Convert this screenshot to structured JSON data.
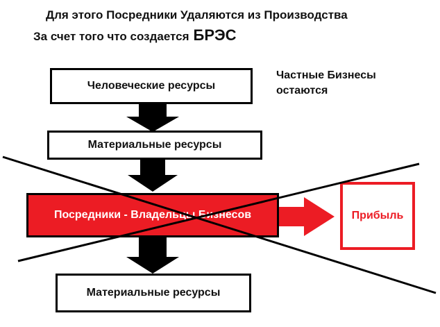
{
  "header": {
    "line1": "Для этого  Посредники Удаляются из Производства",
    "line2": "За счет того что создается",
    "brand": "БРЭС"
  },
  "side_note": {
    "line1": "Частные Бизнесы",
    "line2": "остаются"
  },
  "boxes": {
    "human_resources": "Человеческие ресурсы",
    "material_resources_top": "Материальные ресурсы",
    "intermediaries": "Посредники - Владельцы Бизнесов",
    "material_resources_bottom": "Материальные ресурсы",
    "profit": "Прибыль"
  },
  "colors": {
    "accent_red": "#ec1c24",
    "arrow_black": "#000000",
    "cross_line": "#000000"
  }
}
